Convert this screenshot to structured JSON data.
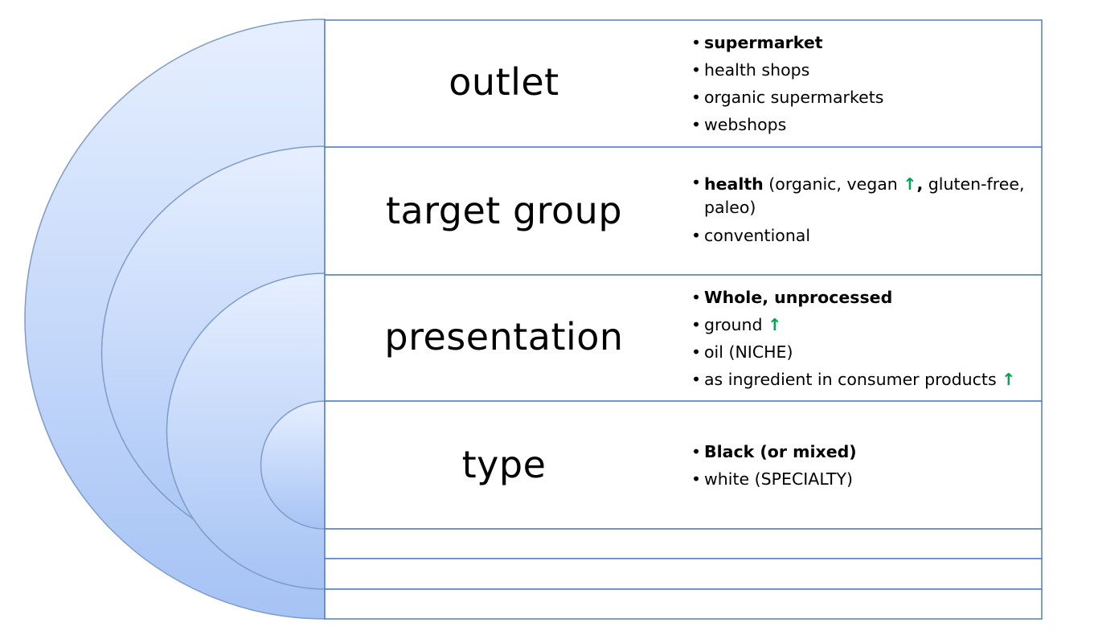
{
  "colors": {
    "arc_fill_top": "#e6efff",
    "arc_fill_bottom": "#a6c3f5",
    "arc_stroke": "#7f9bc7",
    "box_border": "#4f7fc6",
    "trend_up_arrow": "#00a550"
  },
  "icons": {
    "trend": "up-arrow-icon"
  },
  "rows": [
    {
      "title": "outlet",
      "items": [
        {
          "text": "supermarket",
          "bold": true
        },
        {
          "text": "health shops"
        },
        {
          "text": "organic supermarkets"
        },
        {
          "text": "webshops"
        }
      ]
    },
    {
      "title": "target group",
      "items": [
        {
          "bold_part": "health",
          "text_a": " (organic, vegan ",
          "arrow": "↑",
          "comma": ",",
          "text_b": " gluten-free, paleo)"
        },
        {
          "text": "conventional"
        }
      ]
    },
    {
      "title": "presentation",
      "items": [
        {
          "text": "Whole, unprocessed",
          "bold": true
        },
        {
          "text": "ground ",
          "arrow": "↑"
        },
        {
          "text": "oil (NICHE)"
        },
        {
          "text": "as ingredient in consumer products ",
          "arrow": "↑"
        }
      ]
    },
    {
      "title": "type",
      "items": [
        {
          "text": "Black (or mixed)",
          "bold": true
        },
        {
          "text": "white (SPECIALTY)"
        }
      ]
    }
  ]
}
